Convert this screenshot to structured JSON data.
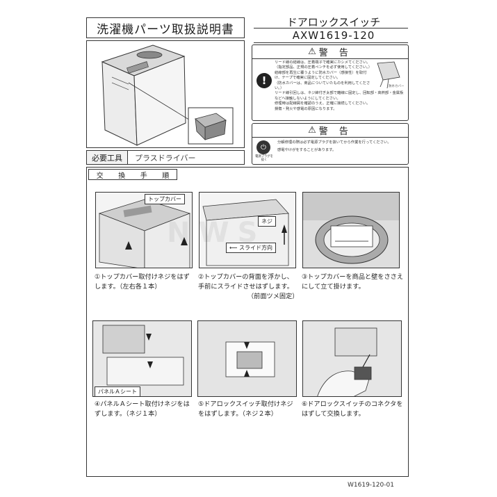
{
  "header": {
    "title": "洗濯機パーツ取扱説明書",
    "part_name": "ドアロックスイッチ",
    "part_code": "AXW1619-120"
  },
  "tools": {
    "label": "必要工具",
    "value": "プラスドライバー"
  },
  "warnings": [
    {
      "heading": "警 告",
      "items": [
        "リード線の結線は、圧着端子で確実にカシメてください。",
        "（指定部品、正規の圧着ペンチを必ず使用してください。）",
        "結線部を再生に覆うように防水カバー（感接性）を取付け、テープで確実に固定してください。",
        "（防水カバーは、商品についていたものを利用してください。）",
        "リード線引回しは、ネジ締付ぎ太部で離線に固定し、回転部・高熱部・金属板などへ接触しないようにしてください。",
        "修理時は配線図を確認のうえ、正確に接続してください。",
        "損傷・発火や感電の原因になります。"
      ],
      "side_label": "防水カバー"
    },
    {
      "heading": "警 告",
      "items": [
        "分解修理の際は必ず電源プラグを抜いてから作業を行ってください。",
        "感電やけがをすることがあります。"
      ],
      "icon_label": "電源プラグを抜く"
    }
  ],
  "procedure": {
    "heading": [
      "交",
      "換",
      "手",
      "順"
    ],
    "steps": [
      {
        "caption": "①トップカバー取付けネジをはずします。（左右各１本）",
        "callouts": [
          "トップカバー"
        ]
      },
      {
        "caption": "②トップカバーの背面を浮かし、手前にスライドさせはずします。",
        "note": "（前面ツメ固定）",
        "callouts": [
          "ネジ",
          "スライド方向"
        ]
      },
      {
        "caption": "③トップカバーを商品と壁をささえにして立て掛けます。",
        "callouts": []
      },
      {
        "caption": "④パネルＡシート取付けネジをはずします。（ネジ１本）",
        "callouts": [
          "パネルＡシート"
        ]
      },
      {
        "caption": "⑤ドアロックスイッチ取付けネジをはずします。（ネジ２本）",
        "callouts": []
      },
      {
        "caption": "⑥ドアロックスイッチのコネクタをはずして交換します。",
        "callouts": []
      }
    ]
  },
  "footer": {
    "code": "W1619-120-01"
  },
  "watermark": "NWS",
  "icons": [
    "warning-triangle-icon",
    "prohibition-icon",
    "plug-icon",
    "arrow-icon"
  ]
}
